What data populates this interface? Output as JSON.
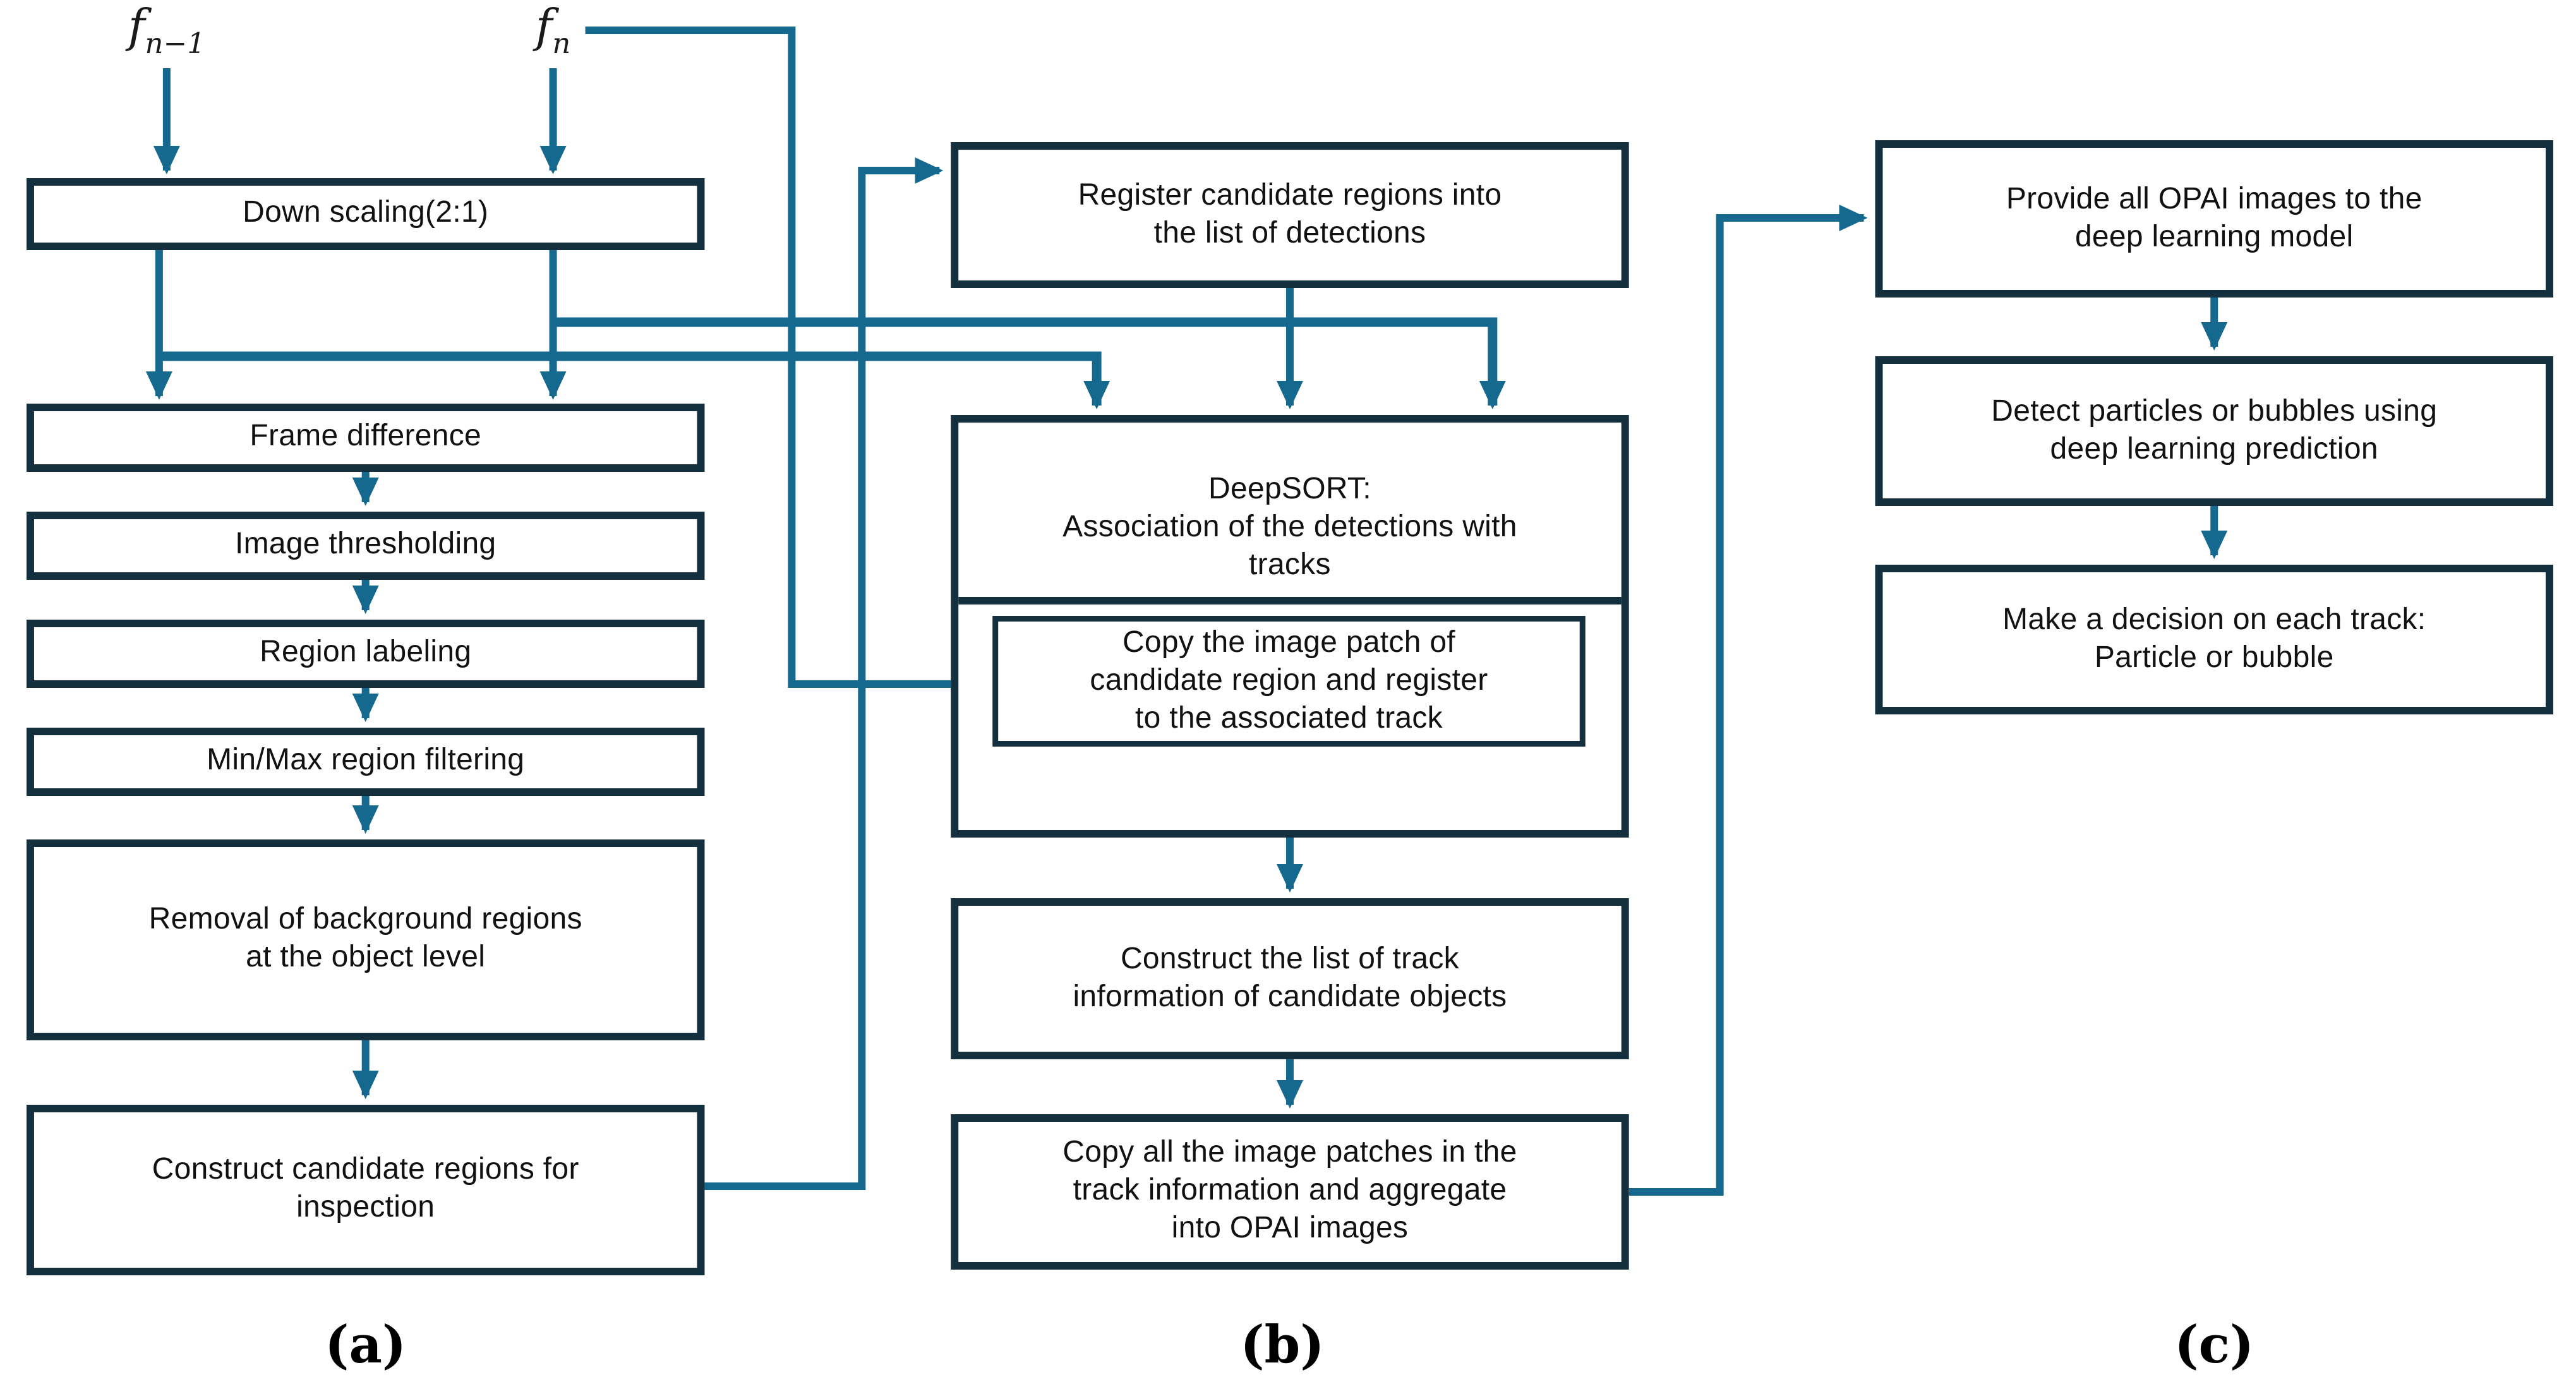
{
  "colors": {
    "line": "#15688e",
    "box_border": "#14303f",
    "text": "#111111",
    "background": "#ffffff"
  },
  "inputs": {
    "prev_frame": {
      "base": "f",
      "sub": "n−1"
    },
    "curr_frame": {
      "base": "f",
      "sub": "n"
    }
  },
  "column_a": {
    "caption": "(a)",
    "boxes": {
      "downscale": "Down scaling(2:1)",
      "framediff": "Frame difference",
      "threshold": "Image thresholding",
      "labeling": "Region labeling",
      "minmax": "Min/Max region filtering",
      "removal": "Removal of background regions\nat the object level",
      "candidate": "Construct candidate regions for\ninspection"
    }
  },
  "column_b": {
    "caption": "(b)",
    "boxes": {
      "register": "Register candidate regions into\nthe list of detections",
      "deepsort": "DeepSORT:\nAssociation of the detections with\ntracks",
      "copy_patch": "Copy the image patch of\ncandidate region and register\nto the associated track",
      "tracklist": "Construct the list of track\ninformation of candidate objects",
      "opai": "Copy all the image patches in the\ntrack information and aggregate\ninto OPAI images"
    }
  },
  "column_c": {
    "caption": "(c)",
    "boxes": {
      "provide": "Provide all OPAI images to the\ndeep learning model",
      "detect": "Detect particles or bubbles using\ndeep learning prediction",
      "decide": "Make a decision on each track:\nParticle or bubble"
    }
  }
}
